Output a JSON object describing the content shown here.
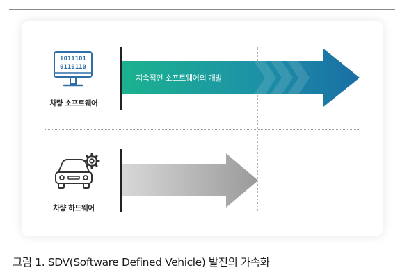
{
  "software": {
    "icon_text_line1": "1011101",
    "icon_text_line2": "0110110",
    "label": "차량 소프트웨어",
    "arrow_text": "지속적인 소프트웨어의 개발",
    "arrow_colors": [
      "#1bb28f",
      "#1d93a6",
      "#1a6ea5"
    ],
    "icon_color": "#2e6fa8"
  },
  "hardware": {
    "label": "차량 하드웨어",
    "arrow_colors": [
      "#d8d8d8",
      "#9a9a9a"
    ],
    "icon_color": "#333333"
  },
  "caption": "그림 1. SDV(Software Defined Vehicle) 발전의 가속화"
}
